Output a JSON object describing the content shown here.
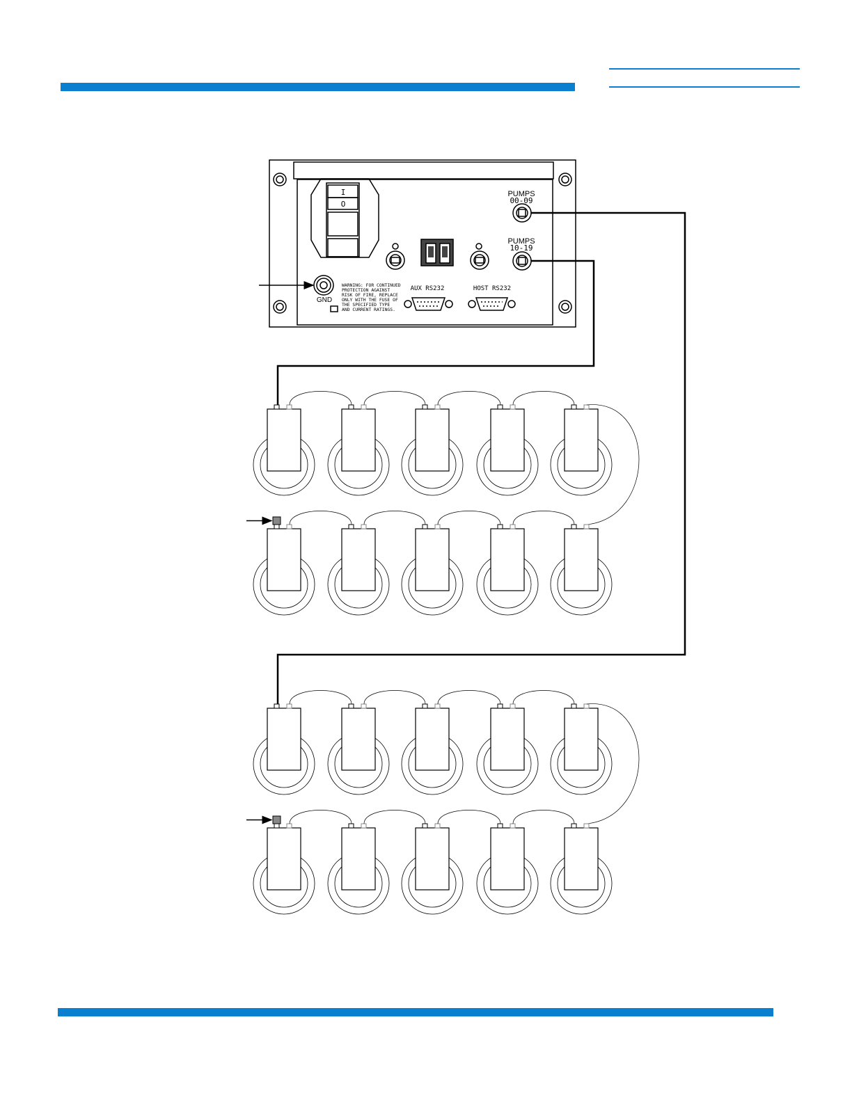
{
  "panel": {
    "switch_on": "I",
    "switch_off": "O",
    "pumps_a_line1": "PUMPS",
    "pumps_a_line2": "00-09",
    "pumps_b_line1": "PUMPS",
    "pumps_b_line2": "10-19",
    "gnd": "GND",
    "aux": "AUX RS232",
    "host": "HOST RS232",
    "warning": [
      "WARNING: FOR CONTINUED",
      "PROTECTION AGAINST",
      "RISK OF FIRE, REPLACE",
      "ONLY WITH THE FUSE OF",
      "THE SPECIFIED TYPE",
      "AND CURRENT RATINGS."
    ]
  },
  "colors": {
    "accent": "#0a7fd0",
    "line": "#000000",
    "terminator": "#888888"
  },
  "pump_groups": [
    {
      "channel": "PUMPS 10-19",
      "rows": 2,
      "pumps_per_row": 5
    },
    {
      "channel": "PUMPS 00-09",
      "rows": 2,
      "pumps_per_row": 5
    }
  ]
}
